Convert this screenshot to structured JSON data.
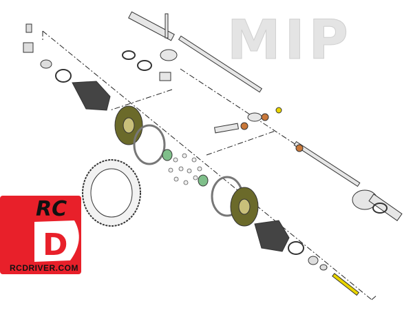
{
  "brand_logo": {
    "text": "MIP",
    "color": "#e4e4e4"
  },
  "site_logo": {
    "mark": "RC",
    "letter": "D",
    "url": "RCDRIVER.COM",
    "color": "#e8202a"
  },
  "colors": {
    "gear_olive": "#6b6a2a",
    "bearing_green": "#7fbf8a",
    "bushing_orange": "#c9783a",
    "bolt_yellow": "#e8d400",
    "metal": "#d8d8d8",
    "outline": "#333333"
  }
}
